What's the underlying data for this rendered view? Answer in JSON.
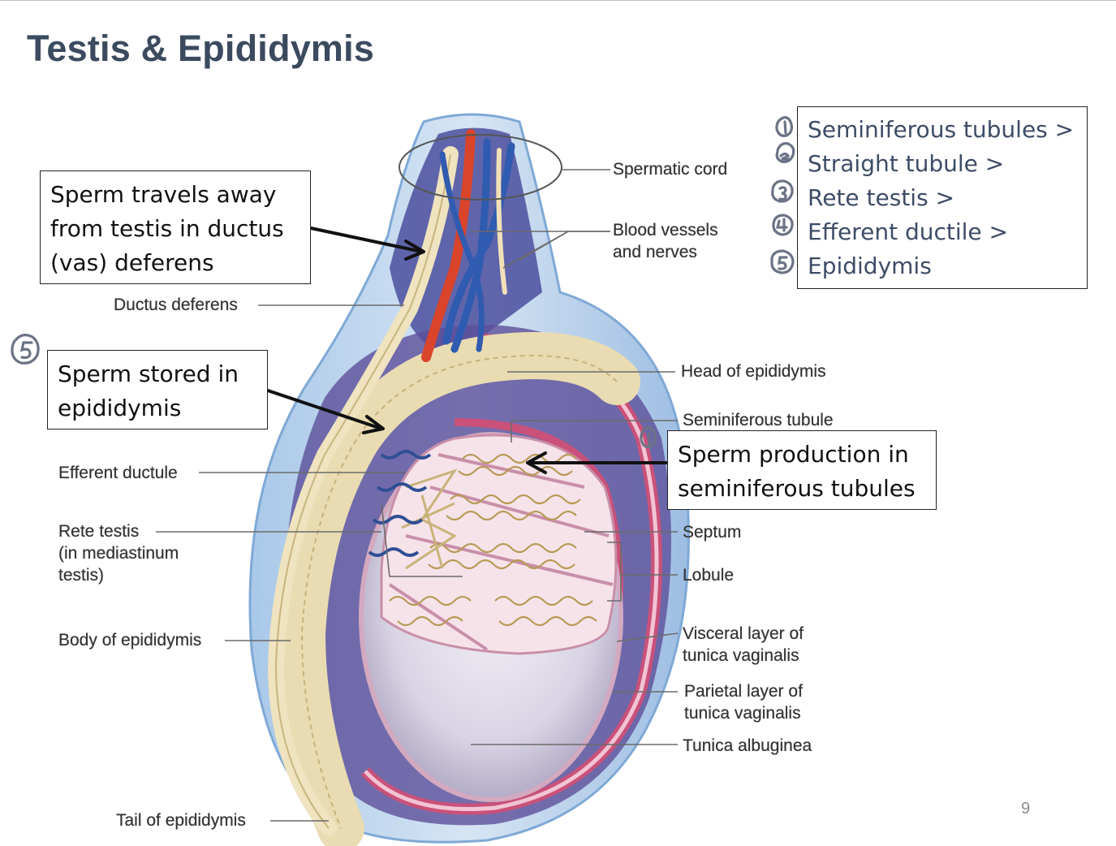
{
  "slide": {
    "title": "Testis & Epididymis",
    "page_number": "9"
  },
  "callouts": {
    "ductus": {
      "lines": [
        "Sperm travels away",
        "from testis in ductus",
        "(vas) deferens"
      ]
    },
    "stored": {
      "lines": [
        "Sperm stored in",
        "epididymis"
      ]
    },
    "production": {
      "lines": [
        "Sperm production in",
        "seminiferous tubules"
      ]
    }
  },
  "sequence": {
    "steps": [
      "Seminiferous tubules >",
      "Straight tubule >",
      "Rete testis >",
      "Efferent ductile >",
      "Epididymis"
    ]
  },
  "labels": {
    "spermatic_cord": "Spermatic cord",
    "blood_vessels_1": "Blood vessels",
    "blood_vessels_2": "and nerves",
    "ductus_deferens": "Ductus deferens",
    "head_epididymis": "Head of epididymis",
    "seminiferous_tubule": "Seminiferous tubule",
    "efferent_ductule": "Efferent ductule",
    "rete_1": "Rete testis",
    "rete_2": "(in mediastinum",
    "rete_3": "testis)",
    "septum": "Septum",
    "lobule": "Lobule",
    "body_epididymis": "Body of epididymis",
    "visceral_1": "Visceral layer of",
    "visceral_2": "tunica vaginalis",
    "parietal_1": "Parietal layer of",
    "parietal_2": "tunica vaginalis",
    "tunica_albuginea": "Tunica albuginea",
    "tail_epididymis": "Tail of epididymis"
  },
  "colors": {
    "title": "#3b4a5f",
    "sequence_text": "#3d4c66",
    "artery": "#d9442b",
    "vein": "#2f5bb0",
    "duct": "#efe3c0",
    "tunica": "#c9517a",
    "outer_layer": "#7fa9d6"
  }
}
